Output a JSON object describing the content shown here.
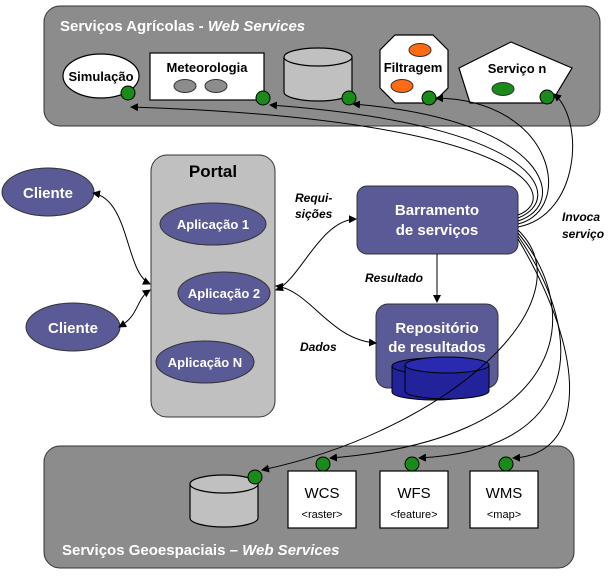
{
  "agricultural_panel": {
    "title_prefix": "Serviços Agrícolas - ",
    "title_emphasis": "Web Services",
    "services": [
      "Simulação",
      "Meteorologia",
      "Filtragem",
      "Serviço n"
    ]
  },
  "geospatial_panel": {
    "title_prefix": "Serviços Geoespaciais – ",
    "title_emphasis": "Web Services",
    "services": [
      {
        "name": "WCS",
        "sub": "<raster>"
      },
      {
        "name": "WFS",
        "sub": "<feature>"
      },
      {
        "name": "WMS",
        "sub": "<map>"
      }
    ]
  },
  "portal": {
    "title": "Portal",
    "apps": [
      "Aplicação 1",
      "Aplicação 2",
      "Aplicação N"
    ]
  },
  "clients": [
    "Cliente",
    "Cliente"
  ],
  "bus": {
    "line1": "Barramento",
    "line2": "de serviços"
  },
  "repository": {
    "line1": "Repositório",
    "line2": "de resultados"
  },
  "labels": {
    "requests_line1": "Requi-",
    "requests_line2": "sições",
    "result": "Resultado",
    "data": "Dados",
    "invoke_line1": "Invoca",
    "invoke_line2": "serviço"
  },
  "colors": {
    "panel": "#8c8c8c",
    "node": "#5a5a96",
    "portal": "#c0c0c0",
    "connector": "#1a8a1a",
    "orange": "#ff6a13",
    "green_oval": "#1a8a1a"
  }
}
